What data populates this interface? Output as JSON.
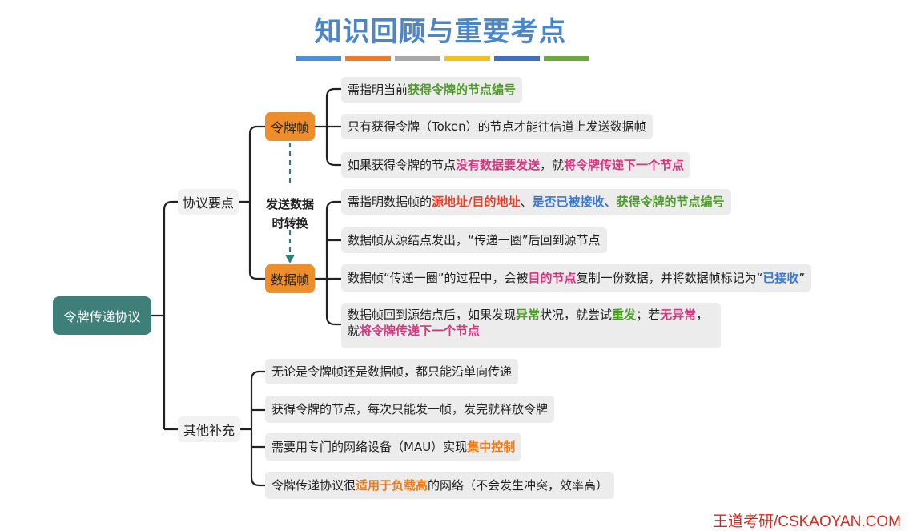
{
  "title": "知识回顾与重要考点",
  "title_bar_colors": [
    "#4a90d9",
    "#ee7b2a",
    "#a8a8a8",
    "#f2c020",
    "#3f6fbf",
    "#6aaa3a"
  ],
  "root": "令牌传递协议",
  "branches": {
    "protocol": "协议要点",
    "other": "其他补充"
  },
  "token_frame": {
    "label": "令牌帧",
    "items": {
      "i1": {
        "a": "需指明当前",
        "b": "获得令牌的节点编号"
      },
      "i2": {
        "a": "只有获得令牌（Token）的节点才能往信道上发送数据帧"
      },
      "i3": {
        "a": "如果获得令牌的节点",
        "b": "没有数据要发送",
        "c": "，就",
        "d": "将令牌传递下一个节点"
      }
    }
  },
  "transition_note": {
    "line1": "发送数据",
    "line2": "时转换"
  },
  "data_frame": {
    "label": "数据帧",
    "items": {
      "i1": {
        "a": "需指明数据帧的",
        "b": "源地址/目的地址",
        "c": "、",
        "d": "是否已被接收",
        "e": "、",
        "f": "获得令牌的节点编号"
      },
      "i2": {
        "a": "数据帧从源结点发出，“传递一圈”后回到源节点"
      },
      "i3": {
        "a": "数据帧“传递一圈”的过程中，会被",
        "b": "目的节点",
        "c": "复制一份数据，并将数据帧标记为“",
        "d": "已接收",
        "e": "”"
      },
      "i4": {
        "a": "数据帧回到源结点后，如果发现",
        "b": "异常",
        "c": "状况，就尝试",
        "d": "重发",
        "e": "；若",
        "f": "无异常",
        "g": "，就",
        "h": "将令牌传递下一个节点"
      }
    }
  },
  "other_items": {
    "i1": {
      "a": "无论是令牌帧还是数据帧，都只能沿单向传递"
    },
    "i2": {
      "a": "获得令牌的节点，每次只能发一帧，发完就释放令牌"
    },
    "i3": {
      "a": "需要用专门的网络设备（MAU）实现",
      "b": "集中控制"
    },
    "i4": {
      "a": "令牌传递协议很",
      "b": "适用于负载高",
      "c": "的网络（不会发生冲突，效率高）"
    }
  },
  "footer": "王道考研/CSKAOYAN.COM"
}
